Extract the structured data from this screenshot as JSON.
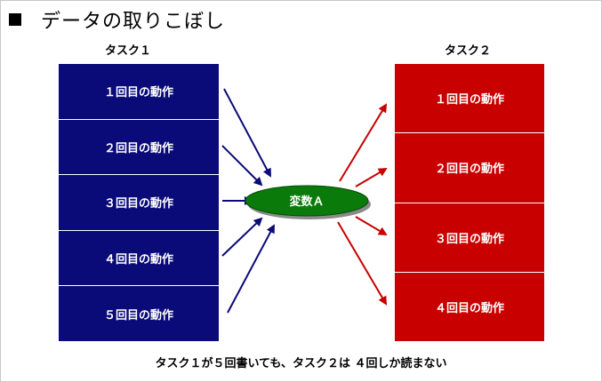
{
  "title": "データの取りこぼし",
  "task1": {
    "label": "タスク１",
    "cells": [
      "１回目の動作",
      "２回目の動作",
      "３回目の動作",
      "４回目の動作",
      "５回目の動作"
    ]
  },
  "task2": {
    "label": "タスク２",
    "cells": [
      "１回目の動作",
      "２回目の動作",
      "３回目の動作",
      "４回目の動作"
    ]
  },
  "variable": {
    "label": "変数Ａ"
  },
  "caption": "タスク１が５回書いても、タスク２は ４回しか読まない",
  "colors": {
    "task1": "#0a0a78",
    "task2": "#c80000",
    "variable": "#0a7a0a"
  }
}
